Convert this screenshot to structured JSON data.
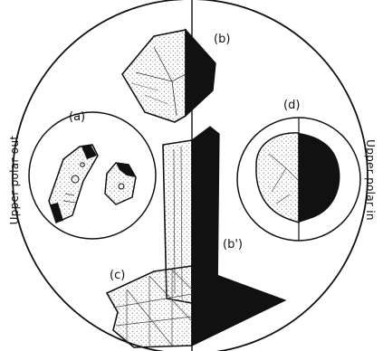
{
  "labels": {
    "a": "(a)",
    "b": "(b)",
    "b_prime": "(b')",
    "c": "(c)",
    "d": "(d)"
  },
  "side_labels": {
    "left": "Upper polar out",
    "right": "Upper polar in"
  },
  "colors": {
    "ink": "#111111",
    "paper": "#ffffff",
    "stipple": "#c9c9c9"
  }
}
